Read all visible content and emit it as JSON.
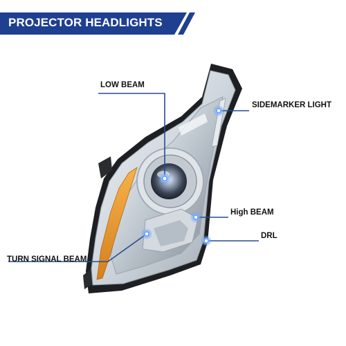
{
  "banner": {
    "title": "PROJECTOR HEADLIGHTS"
  },
  "callouts": {
    "low_beam": "LOW BEAM",
    "sidemarker_light": "SIDEMARKER LIGHT",
    "high_beam": "High BEAM",
    "drl": "DRL",
    "turn_signal_beam": "TURN SIGNAL BEAM"
  },
  "colors": {
    "banner_navy": "#1f3f8f",
    "callout_line": "#2a4a8e",
    "marker_glow": "#4f8fff",
    "amber_reflector": "#e69a2a"
  }
}
